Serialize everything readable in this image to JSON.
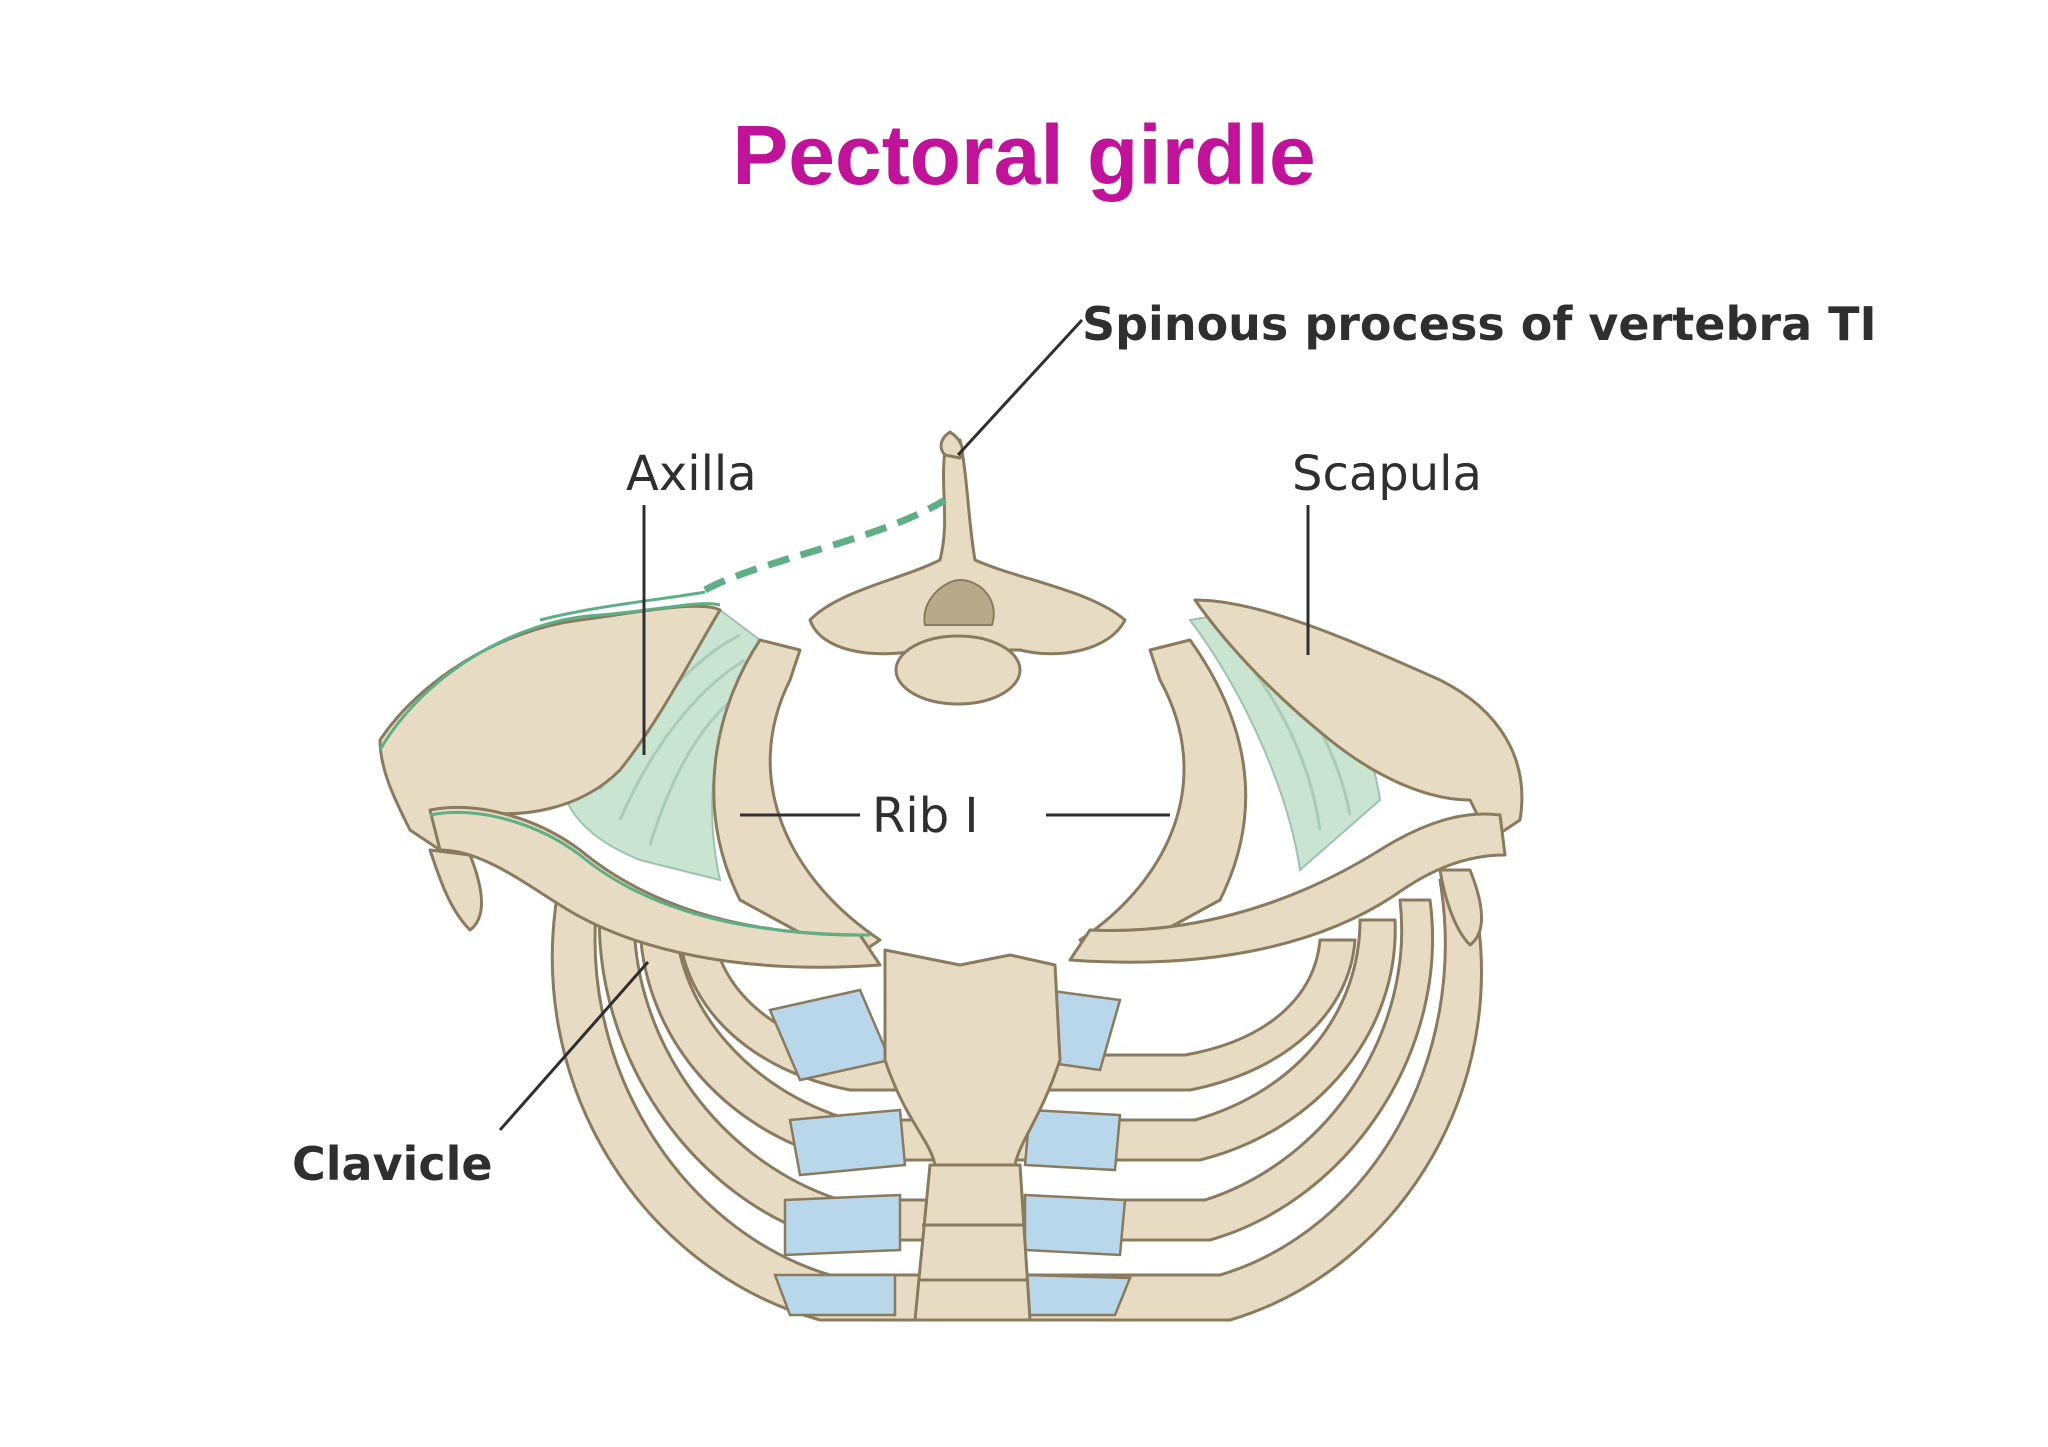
{
  "title": "Pectoral girdle",
  "labels": {
    "spinous": "Spinous process of vertebra TI",
    "axilla": "Axilla",
    "scapula": "Scapula",
    "rib": "Rib I",
    "clavicle": "Clavicle"
  },
  "colors": {
    "title": "#c0139a",
    "bone": "#e7dcc3",
    "bone_shadow": "#d4c6a6",
    "cartilage": "#b9d7ea",
    "muscle": "#c9e5d2",
    "outline_green": "#5fae86",
    "label": "#2f2f2f"
  }
}
